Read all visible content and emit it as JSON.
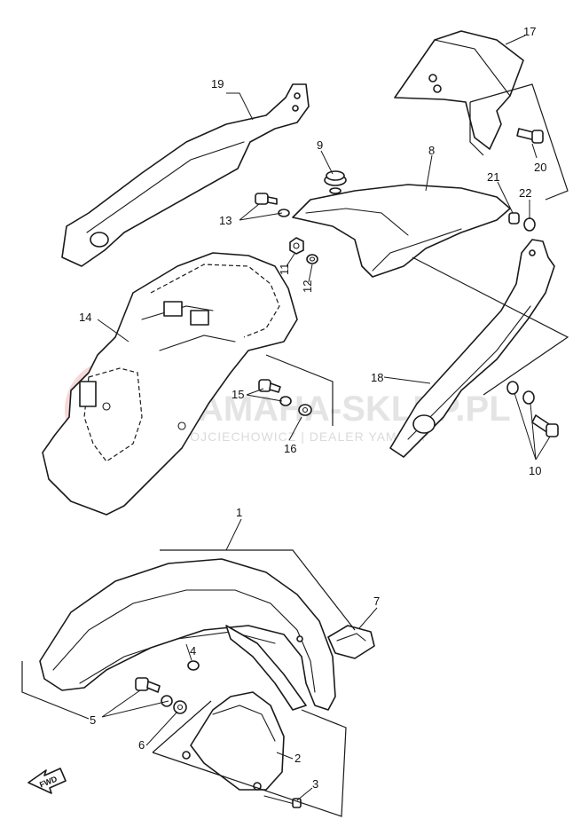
{
  "diagram": {
    "callouts": {
      "p1": "1",
      "p2": "2",
      "p3": "3",
      "p4": "4",
      "p5": "5",
      "p6": "6",
      "p7": "7",
      "p8": "8",
      "p9": "9",
      "p10": "10",
      "p11": "11",
      "p12": "12",
      "p13": "13",
      "p14": "14",
      "p15": "15",
      "p16": "16",
      "p17": "17",
      "p18": "18",
      "p19": "19",
      "p20": "20",
      "p21": "21",
      "p22": "22"
    },
    "fwd_label": "FWD",
    "watermark": {
      "text": "YAMAHA-SKLEP.PL",
      "subtext": "WOJCIECHOWICZ | DEALER YAMAHA",
      "color": "#e8a0a0"
    }
  }
}
